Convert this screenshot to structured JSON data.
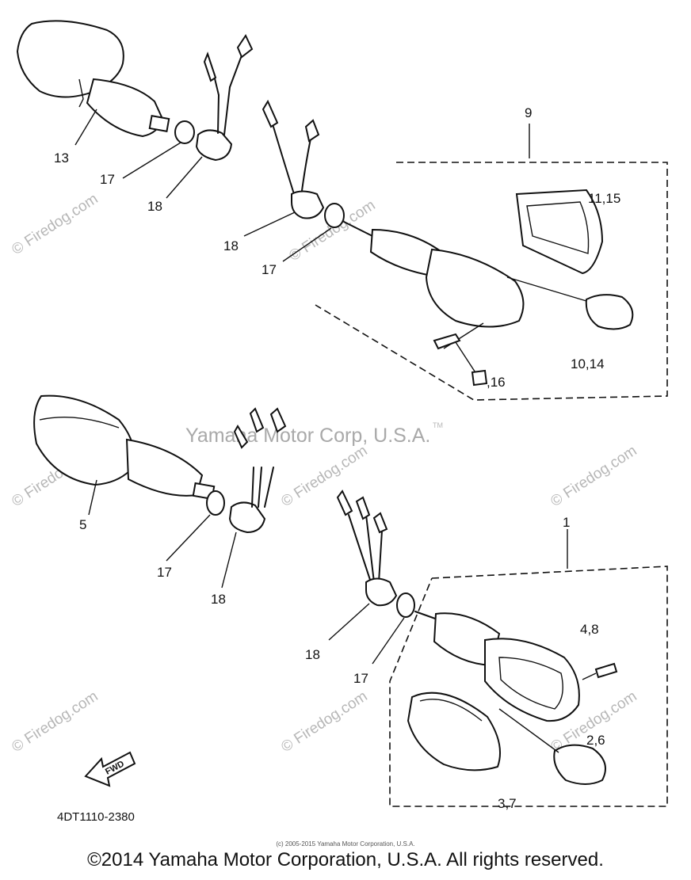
{
  "diagram": {
    "part_code": "4DT1110-2380",
    "fwd_label": "FWD",
    "callouts": {
      "c13": "13",
      "c17a": "17",
      "c18a": "18",
      "c9": "9",
      "c11_15": "11,15",
      "c18b": "18",
      "c17b": "17",
      "c10_14": "10,14",
      "c16": ",16",
      "c5": "5",
      "c17c": "17",
      "c18c": "18",
      "c1": "1",
      "c4_8": "4,8",
      "c18d": "18",
      "c17d": "17",
      "c2_6": "2,6",
      "c3_7": "3,7"
    }
  },
  "watermarks": {
    "corp": "Yamaha Motor Corp, U.S.A.",
    "tm": "TM",
    "site": "© Firedog.com"
  },
  "footer": {
    "small": "(c) 2005-2015 Yamaha Motor Corporation, U.S.A.",
    "main": "©2014 Yamaha Motor Corporation, U.S.A. All rights reserved."
  }
}
